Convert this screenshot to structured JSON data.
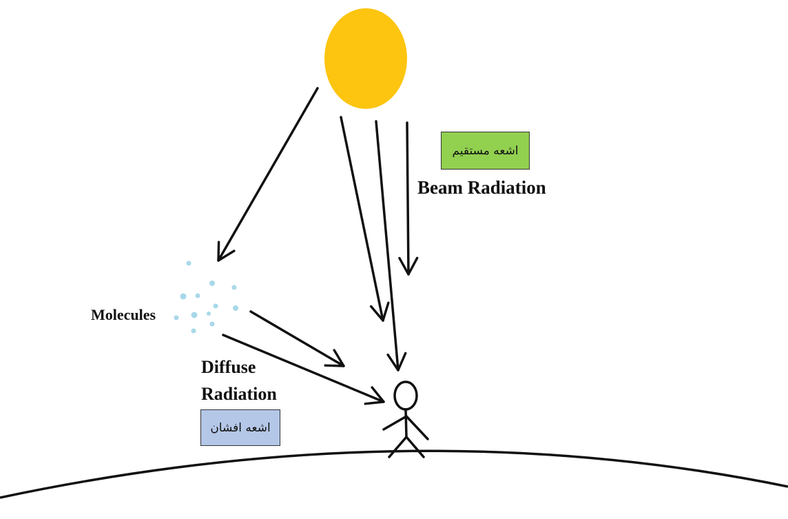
{
  "labels": {
    "beam": "Beam Radiation",
    "beam_fa": "اشعه مستقیم",
    "molecules": "Molecules",
    "diffuse_line1": "Diffuse",
    "diffuse_line2": "Radiation",
    "diffuse_fa": "اشعه افشان"
  },
  "colors": {
    "sun": "#fdc50f",
    "molecule": "#a8d8ea",
    "beam_fa_box": "#92d050",
    "diffuse_fa_box": "#b4c7e7",
    "stroke": "#111111"
  },
  "icons": {
    "sun": "sun-circle",
    "person": "stick-figure",
    "molecules": "dot-cluster",
    "ground": "curved-horizon"
  }
}
